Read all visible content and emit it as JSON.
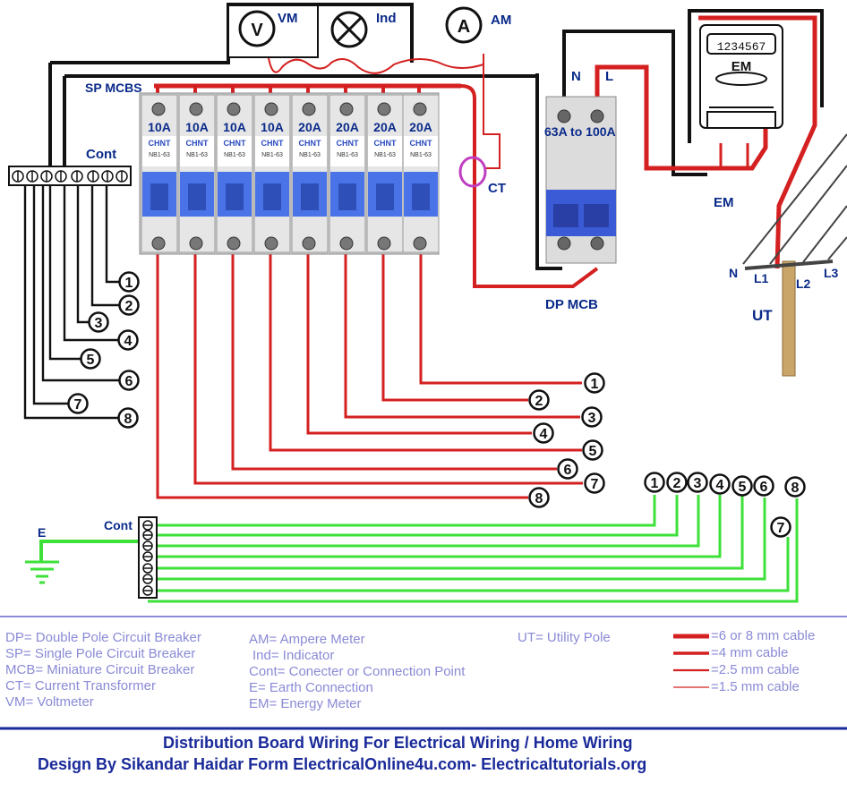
{
  "labels": {
    "vm": "VM",
    "v": "V",
    "ind": "Ind",
    "a": "A",
    "am": "AM",
    "sp_mcbs": "SP MCBS",
    "cont": "Cont",
    "cont_bottom": "Cont",
    "ct": "CT",
    "n": "N",
    "l": "L",
    "dp_rating": "63A to 100A",
    "dp_mcb": "DP MCB",
    "meter_display": "1234567",
    "em_meter": "EM",
    "em": "EM",
    "ut": "UT",
    "pole_n": "N",
    "pole_l1": "L1",
    "pole_l2": "L2",
    "pole_l3": "L3",
    "e": "E",
    "breaker_brand": "CHNT",
    "breaker_model": "NB1-63"
  },
  "breakers": [
    "10A",
    "10A",
    "10A",
    "10A",
    "20A",
    "20A",
    "20A",
    "20A"
  ],
  "numbers": [
    "1",
    "2",
    "3",
    "4",
    "5",
    "6",
    "7",
    "8"
  ],
  "legend": {
    "col1": [
      "DP= Double Pole Circuit Breaker",
      "SP= Single Pole Circuit Breaker",
      "MCB= Miniature Circuit Breaker",
      "CT= Current Transformer",
      "VM= Voltmeter"
    ],
    "col2": [
      "AM= Ampere Meter",
      "Ind= Indicator",
      "Cont= Conecter or Connection Point",
      "E= Earth Connection",
      "EM= Energy Meter"
    ],
    "col3": [
      "UT= Utility Pole"
    ],
    "cables": [
      "=6 or 8 mm cable",
      "=4 mm cable",
      "=2.5 mm cable",
      "=1.5 mm cable"
    ]
  },
  "footer": {
    "line1": "Distribution Board Wiring For Electrical Wiring / Home Wiring",
    "line2": "Design By Sikandar Haidar Form ElectricalOnline4u.com- Electricaltutorials.org"
  },
  "colors": {
    "live": "#d42020",
    "neutral": "#111111",
    "earth": "#3ee03a",
    "label": "#0a2a8a",
    "legend": "#8a8ad6",
    "breaker_blue": "#4a73e8"
  }
}
